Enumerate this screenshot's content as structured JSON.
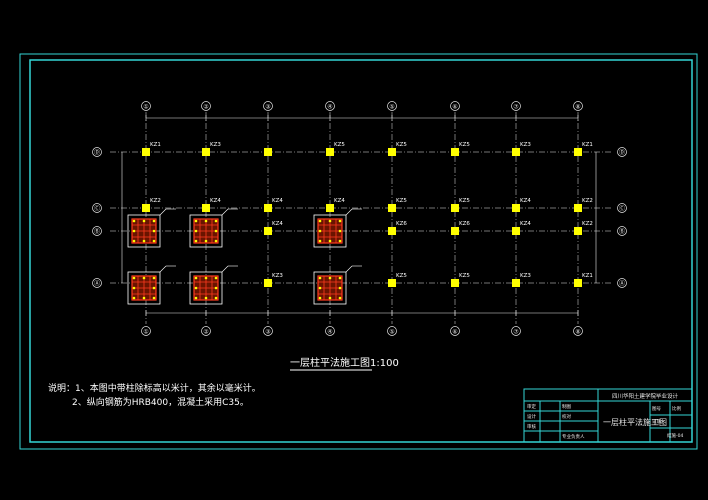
{
  "drawing": {
    "title": "一层柱平法施工图1:100",
    "notes": [
      "说明：1、本图中带柱除标高以米计，其余以毫米计。",
      "2、纵向钢筋为HRB400，混凝土采用C35。"
    ],
    "axis_labels_top": [
      "①",
      "②",
      "③",
      "④",
      "⑤",
      "⑥",
      "⑦",
      "⑧"
    ],
    "axis_labels_side": [
      "Ⓓ",
      "Ⓒ",
      "Ⓑ",
      "Ⓐ"
    ],
    "column_rows": [
      [
        "KZ1",
        "KZ3",
        "",
        "KZ5",
        "KZ5",
        "KZ5",
        "KZ3",
        "KZ1"
      ],
      [
        "KZ2",
        "KZ4",
        "KZ4",
        "KZ4",
        "KZ5",
        "KZ5",
        "KZ4",
        "KZ2"
      ],
      [
        "",
        "",
        "KZ4",
        "",
        "KZ6",
        "KZ6",
        "KZ4",
        "KZ2"
      ],
      [
        "",
        "",
        "KZ3",
        "",
        "KZ5",
        "KZ5",
        "KZ3",
        "KZ1"
      ]
    ],
    "title_block": {
      "school": "四川华阳土建学院毕业设计",
      "drawing_name": "一层柱平法施工图",
      "cells_left": [
        "审定",
        "设计",
        "审核",
        "制图",
        "校对",
        "专业负责人"
      ],
      "cells_right": [
        "图号",
        "比例",
        "日期",
        "结施-04"
      ]
    },
    "colors": {
      "frame": "#34d6d6",
      "grid_line": "#e8e8e8",
      "column": "#ffff00",
      "rebar_detail": "#ff3b1f",
      "detail_frame": "#ffffff",
      "label": "#ffffff"
    }
  }
}
